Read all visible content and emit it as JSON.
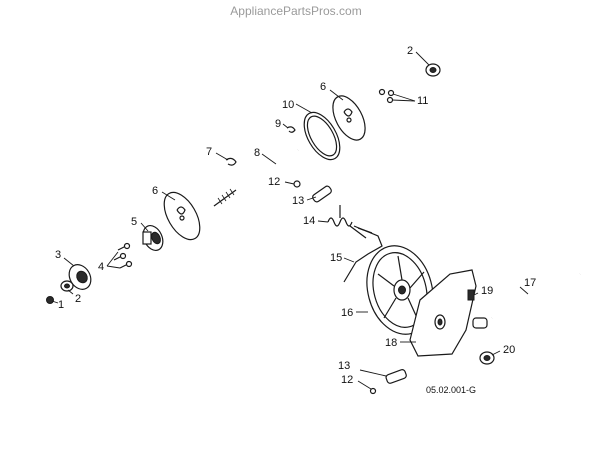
{
  "watermark": "AppliancePartsPros.com",
  "reference": "05.02.001-G",
  "callouts": {
    "p1": "1",
    "p2a": "2",
    "p2b": "2",
    "p3": "3",
    "p4": "4",
    "p5": "5",
    "p6a": "6",
    "p6b": "6",
    "p7": "7",
    "p8": "8",
    "p9": "9",
    "p10": "10",
    "p11": "11",
    "p12a": "12",
    "p12b": "12",
    "p13a": "13",
    "p13b": "13",
    "p14": "14",
    "p15": "15",
    "p16": "16",
    "p17": "17",
    "p18": "18",
    "p19": "19",
    "p20": "20"
  }
}
